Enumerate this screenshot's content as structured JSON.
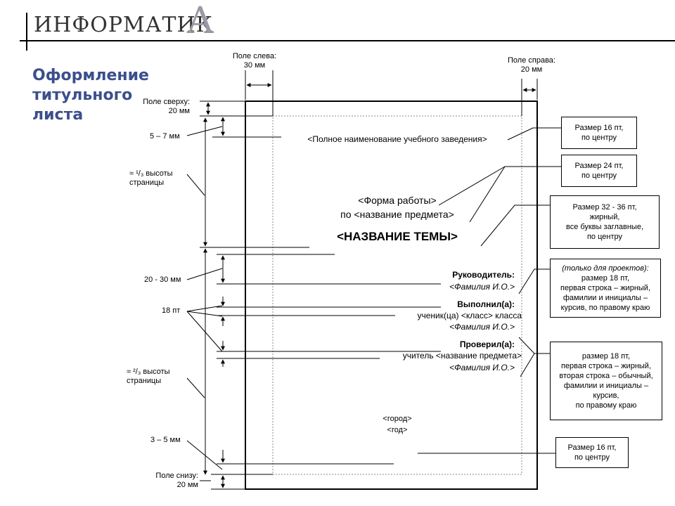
{
  "header": {
    "logo_main": "ИНФОРМАТИК",
    "logo_letter": "A"
  },
  "slide_title": [
    "Оформление",
    "титульного",
    "листа"
  ],
  "margins": {
    "left": [
      "Поле слева:",
      "30 мм"
    ],
    "right": [
      "Поле справа:",
      "20 мм"
    ],
    "top": [
      "Поле сверху:",
      "20 мм"
    ],
    "bottom": [
      "Поле снизу:",
      "20 мм"
    ]
  },
  "left_labels": {
    "gap_top": "5 – 7 мм",
    "third": [
      "≈ ¹/₃ высоты",
      "страницы"
    ],
    "gap_mid": "20 - 30 мм",
    "pt18": "18 пт",
    "two_thirds": [
      "≈ ²/₃ высоты",
      "страницы"
    ],
    "gap_bottom": "3 – 5 мм"
  },
  "page": {
    "institution": "<Полное наименование учебного заведения>",
    "work_form": "<Форма работы>",
    "subject": "по <название предмета>",
    "topic": "<НАЗВАНИЕ ТЕМЫ>",
    "supervisor_label": "Руководитель:",
    "supervisor_name": "<Фамилия И.О.>",
    "author_label": "Выполнил(а):",
    "author_line": "ученик(ца) <класс> класса",
    "author_name": "<Фамилия И.О.>",
    "checker_label": "Проверил(а):",
    "checker_line": "учитель <название предмета>",
    "checker_name": "<Фамилия И.О.>",
    "city": "<город>",
    "year": "<год>"
  },
  "callouts": {
    "size16_top": [
      "Размер 16 пт,",
      "по центру"
    ],
    "size24": [
      "Размер 24 пт,",
      "по центру"
    ],
    "size32": [
      "Размер 32 - 36 пт,",
      "жирный,",
      "все буквы заглавные,",
      "по центру"
    ],
    "projects_italic": "(только для проектов):",
    "projects": [
      "размер 18 пт,",
      "первая строка – жирный,",
      "фамилии и инициалы –",
      "курсив, по правому краю"
    ],
    "size18": [
      "размер 18 пт,",
      "первая строка – жирный,",
      "вторая строка – обычный,",
      "фамилии и инициалы –",
      "курсив,",
      "по правому краю"
    ],
    "size16_bottom": [
      "Размер 16 пт,",
      "по центру"
    ]
  },
  "colors": {
    "title": "#3c4f8c",
    "logo_letter": "#9a9aa6",
    "dotted": "#8a8a8a"
  }
}
